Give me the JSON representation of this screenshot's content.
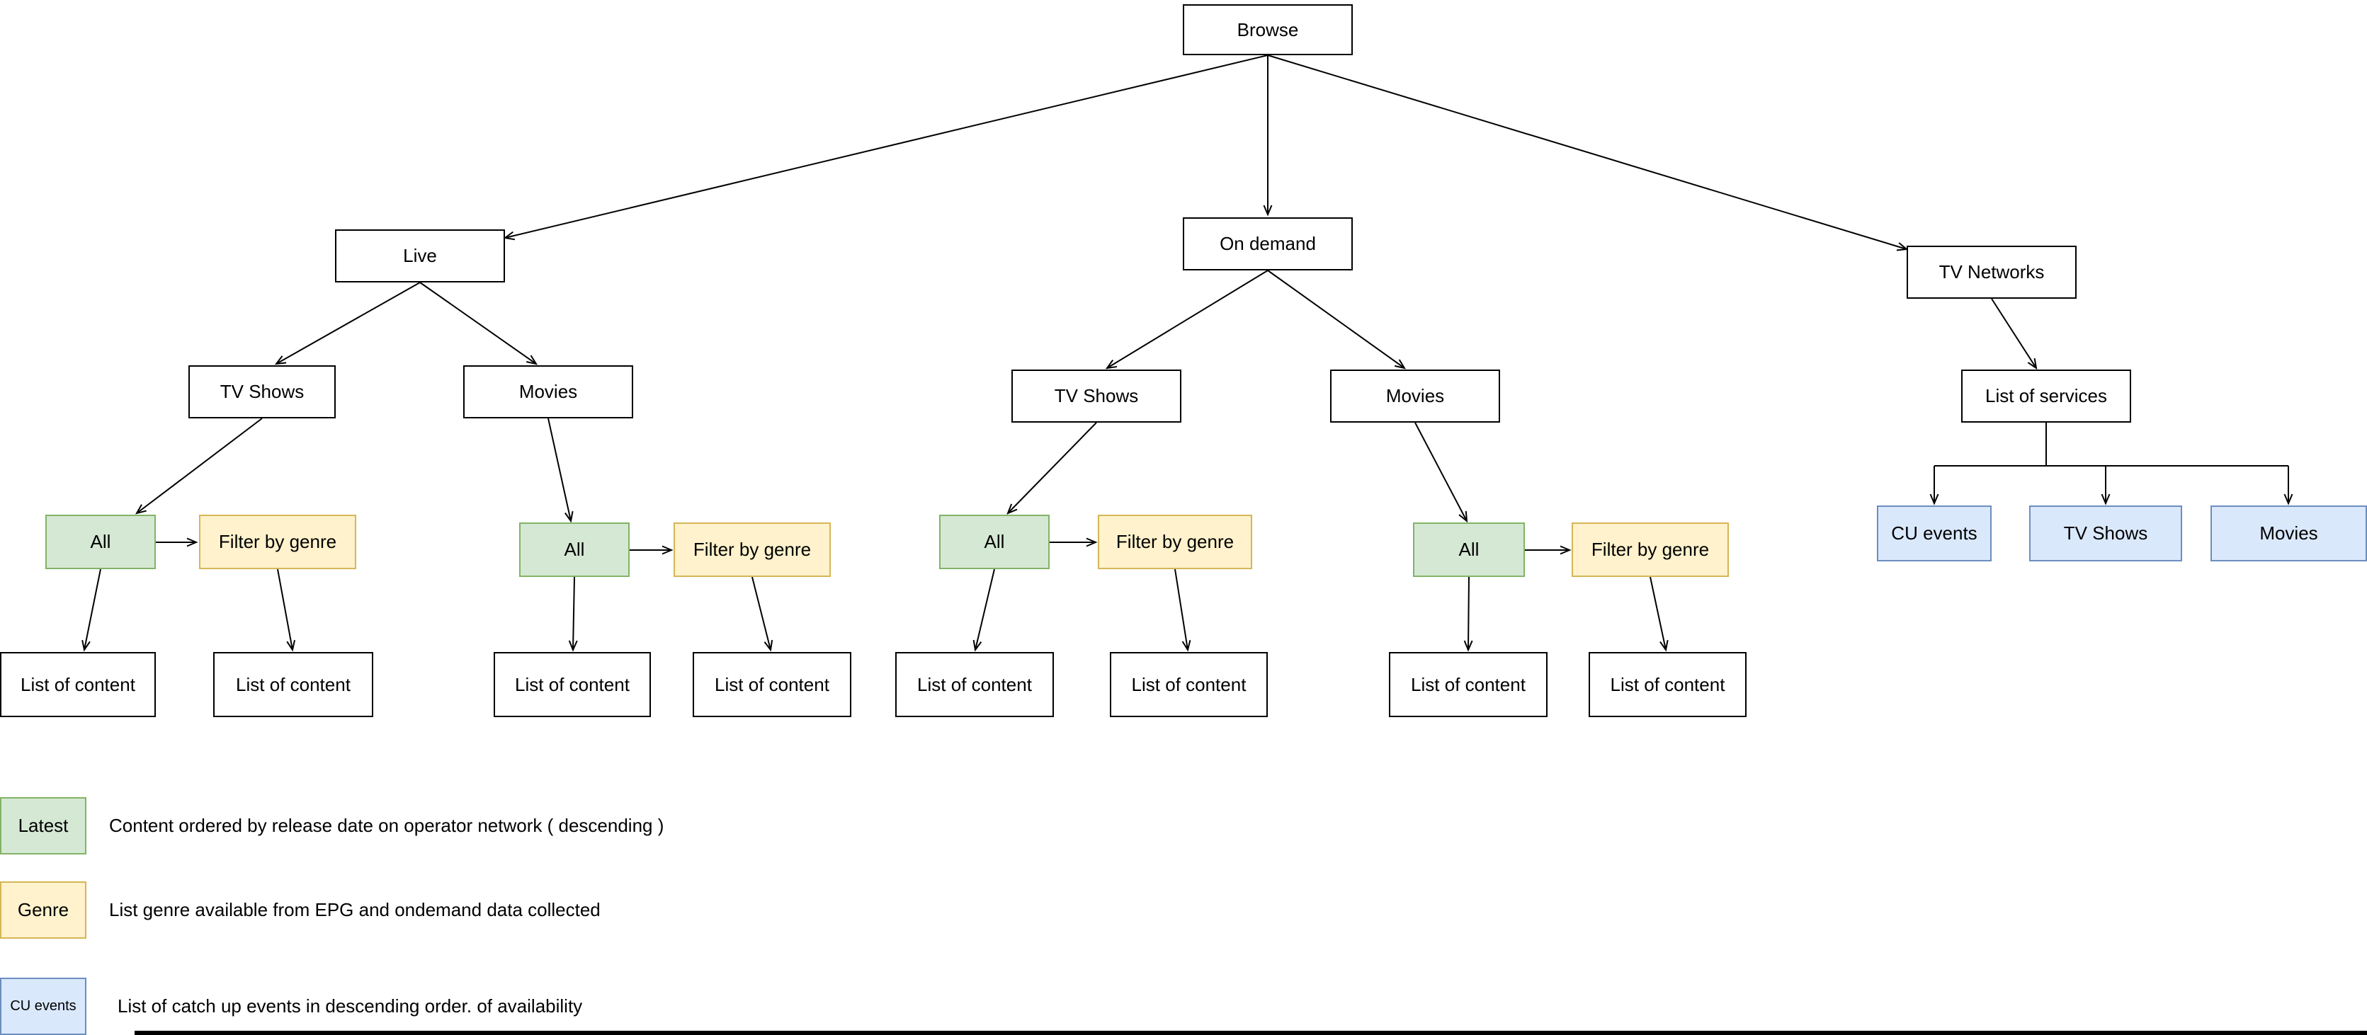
{
  "nodes": {
    "browse": "Browse",
    "live": "Live",
    "on_demand": "On demand",
    "tv_networks": "TV Networks",
    "tv_shows": "TV Shows",
    "movies": "Movies",
    "list_of_services": "List of services",
    "all": "All",
    "filter_by_genre": "Filter by genre",
    "list_of_content": "List of content",
    "cu_events": "CU events"
  },
  "legend": [
    {
      "label": "Latest",
      "color": "green",
      "description": "Content ordered by release date on operator network ( descending )"
    },
    {
      "label": "Genre",
      "color": "yellow",
      "description": "List genre available from EPG and ondemand data collected"
    },
    {
      "label": "CU events",
      "color": "blue",
      "description": "List of catch up events in descending order. of availability"
    }
  ],
  "colors": {
    "green_fill": "#d5e8d4",
    "green_stroke": "#82b366",
    "yellow_fill": "#fff2cc",
    "yellow_stroke": "#d6b656",
    "blue_fill": "#dae8fc",
    "blue_stroke": "#6c8ebf",
    "node_fill": "#ffffff",
    "node_stroke": "#000000",
    "edge": "#000000",
    "background": "#ffffff"
  }
}
